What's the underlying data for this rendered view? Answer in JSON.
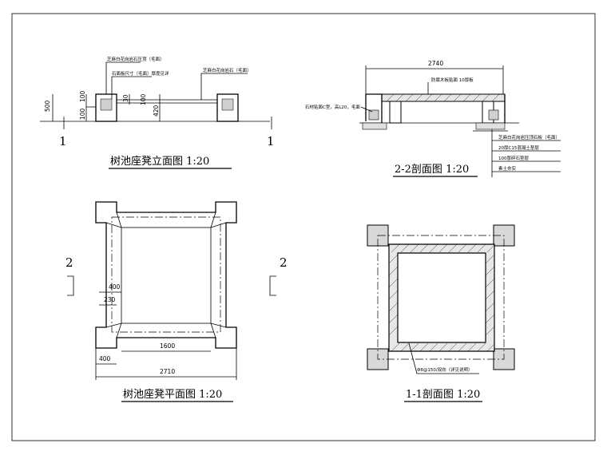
{
  "elevation": {
    "title": "树池座凳立面图  1:20",
    "notes": {
      "top_left": "芝麻白花岗岩石压顶（毛面）",
      "mid_left": "石面板尺寸（毛面）厚度见详",
      "top_right": "芝麻白花岗岩石（毛面）"
    },
    "dims": {
      "d500": "500",
      "d100a": "100",
      "d100b": "100",
      "d30": "30",
      "d100c": "100",
      "d420": "420"
    },
    "section_marks": {
      "left": "1",
      "right": "1"
    }
  },
  "section22": {
    "title": "2-2剖面图  1:20",
    "dim_total": "2740",
    "notes": {
      "board": "防腐木板贴面 10厚板",
      "side": "石材贴面C型，高L20，毛面",
      "layers": [
        "芝麻白花岗岩压顶石板（毛面）",
        "20厚C15混凝土垫层",
        "100厚碎石垫层",
        "素土夯实"
      ]
    }
  },
  "plan": {
    "title": "树池座凳平面图  1:20",
    "dims": {
      "d400a": "400",
      "d230": "230",
      "d1600": "1600",
      "d400b": "400",
      "d2710": "2710"
    },
    "section_marks": {
      "left": "2",
      "right": "2"
    }
  },
  "section11": {
    "title": "1-1剖面图  1:20",
    "note": "Φ8@150/双向（详见说明）"
  }
}
